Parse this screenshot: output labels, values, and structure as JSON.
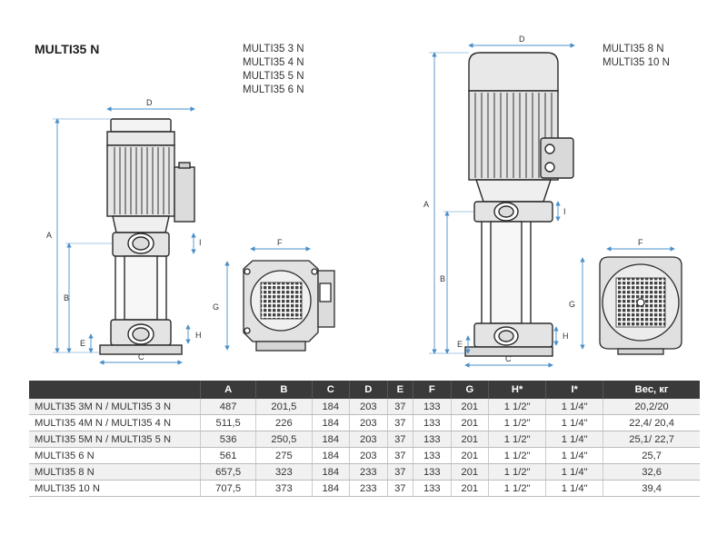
{
  "title": "MULTI35 N",
  "models_left": [
    "MULTI35 3 N",
    "MULTI35 4 N",
    "MULTI35 5 N",
    "MULTI35 6 N"
  ],
  "models_right": [
    "MULTI35 8 N",
    "MULTI35 10 N"
  ],
  "dim_labels": {
    "a": "A",
    "b": "B",
    "c": "C",
    "d": "D",
    "e": "E",
    "f": "F",
    "g": "G",
    "h": "H",
    "i": "I"
  },
  "table": {
    "headers": [
      "",
      "A",
      "B",
      "C",
      "D",
      "E",
      "F",
      "G",
      "H*",
      "I*",
      "Вес, кг"
    ],
    "rows": [
      [
        "MULTI35 3M N / MULTI35 3 N",
        "487",
        "201,5",
        "184",
        "203",
        "37",
        "133",
        "201",
        "1 1/2\"",
        "1 1/4\"",
        "20,2/20"
      ],
      [
        "MULTI35 4M N / MULTI35 4 N",
        "511,5",
        "226",
        "184",
        "203",
        "37",
        "133",
        "201",
        "1 1/2\"",
        "1 1/4\"",
        "22,4/ 20,4"
      ],
      [
        "MULTI35 5M N / MULTI35 5 N",
        "536",
        "250,5",
        "184",
        "203",
        "37",
        "133",
        "201",
        "1 1/2\"",
        "1 1/4\"",
        "25,1/ 22,7"
      ],
      [
        "MULTI35 6 N",
        "561",
        "275",
        "184",
        "203",
        "37",
        "133",
        "201",
        "1 1/2\"",
        "1 1/4\"",
        "25,7"
      ],
      [
        "MULTI35 8 N",
        "657,5",
        "323",
        "184",
        "233",
        "37",
        "133",
        "201",
        "1 1/2\"",
        "1 1/4\"",
        "32,6"
      ],
      [
        "MULTI35 10 N",
        "707,5",
        "373",
        "184",
        "233",
        "37",
        "133",
        "201",
        "1 1/2\"",
        "1 1/4\"",
        "39,4"
      ]
    ]
  },
  "colors": {
    "dimension_line": "#4a8fc8",
    "outline": "#2a2a2a",
    "header_bg": "#3a3a3a"
  }
}
